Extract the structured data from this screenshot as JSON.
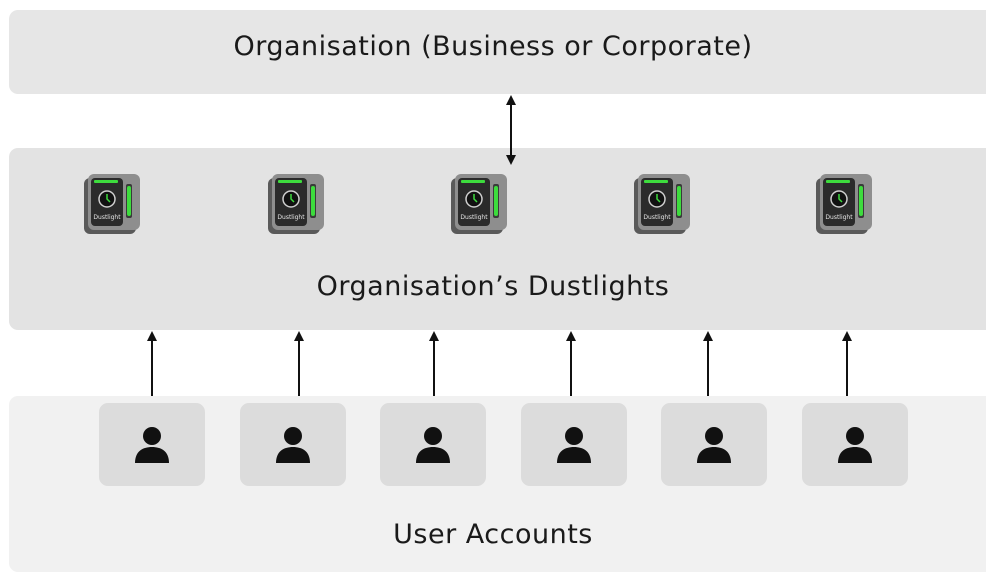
{
  "organisation": {
    "label": "Organisation (Business or Corporate)"
  },
  "dustlights": {
    "label": "Organisation’s Dustlights",
    "device_icon": "dustlight-device-icon",
    "device_text": "Dustlight",
    "count": 5
  },
  "users": {
    "label": "User Accounts",
    "user_icon": "person-icon",
    "count": 6
  },
  "connections": {
    "org_to_dustlights": "bidirectional",
    "users_to_dustlights": "upward"
  },
  "colors": {
    "band_org": "#e6e6e6",
    "band_dustlights": "#e3e3e3",
    "band_users": "#f1f1f1",
    "user_card": "#dcdcdc",
    "device_accent": "#3ddc3d",
    "arrow": "#111111"
  }
}
